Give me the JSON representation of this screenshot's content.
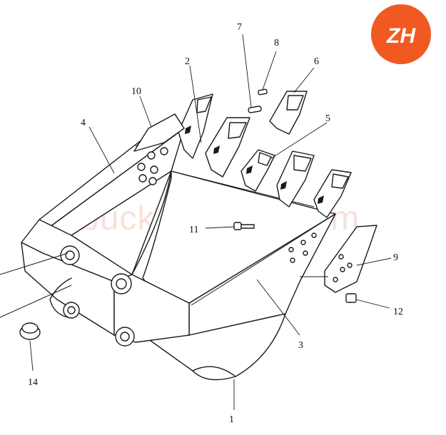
{
  "diagram": {
    "watermark": "bucketsteeth.com",
    "logo": {
      "text": "ZH",
      "color": "#f05a22"
    },
    "callouts": [
      {
        "id": "c1",
        "label": "1"
      },
      {
        "id": "c2",
        "label": "2"
      },
      {
        "id": "c3",
        "label": "3"
      },
      {
        "id": "c4",
        "label": "4"
      },
      {
        "id": "c5",
        "label": "5"
      },
      {
        "id": "c6",
        "label": "6"
      },
      {
        "id": "c7",
        "label": "7"
      },
      {
        "id": "c8",
        "label": "8"
      },
      {
        "id": "c9",
        "label": "9"
      },
      {
        "id": "c10",
        "label": "10"
      },
      {
        "id": "c11",
        "label": "11"
      },
      {
        "id": "c12",
        "label": "12"
      },
      {
        "id": "c14",
        "label": "14"
      }
    ]
  }
}
